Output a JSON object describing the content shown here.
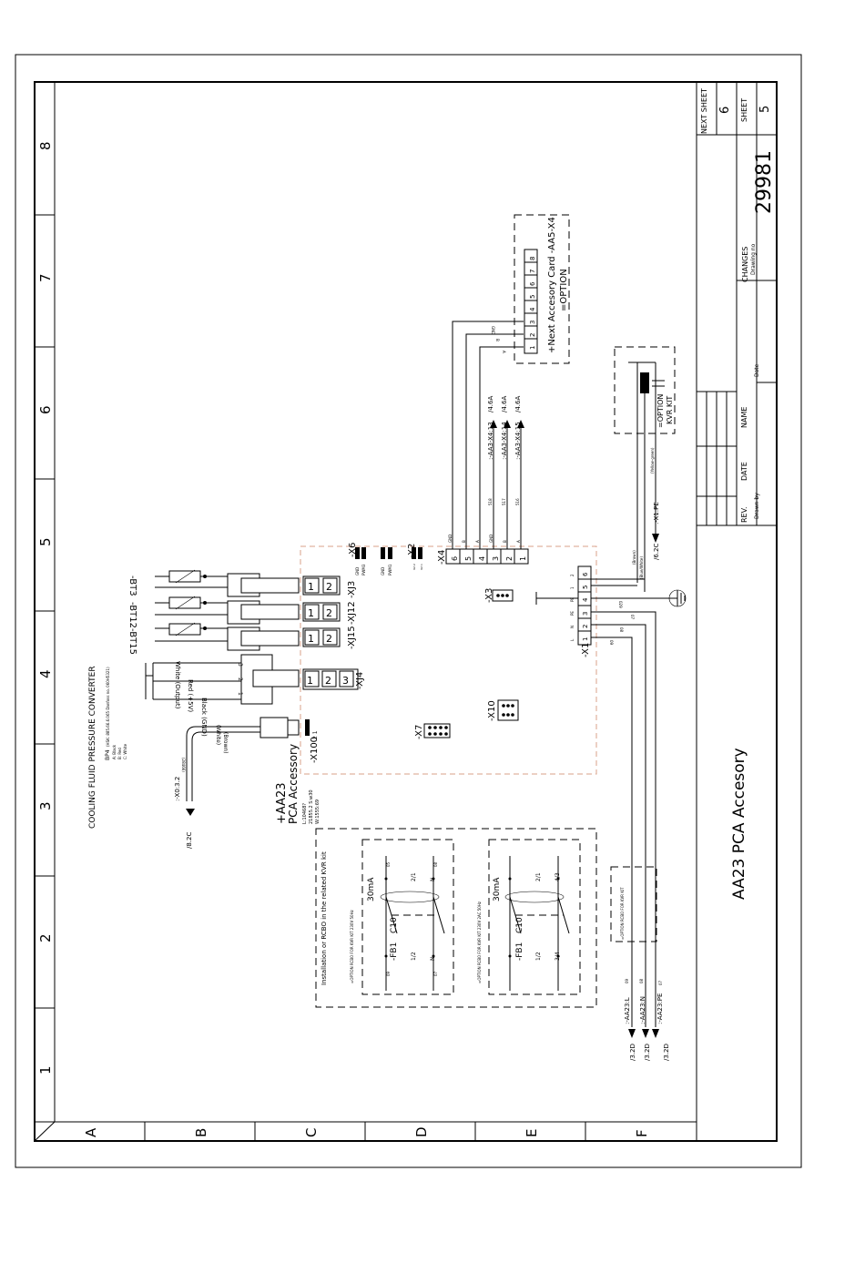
{
  "border": {
    "columns": [
      "1",
      "2",
      "3",
      "4",
      "5",
      "6",
      "7",
      "8"
    ],
    "rows": [
      "A",
      "B",
      "C",
      "D",
      "E",
      "F"
    ]
  },
  "title_block": {
    "next_sheet_label": "NEXT SHEET",
    "next_sheet": "6",
    "sheet_label": "SHEET",
    "sheet": "5",
    "drawing_no_label": "Drawing no",
    "drawing_no": "29981",
    "changes_label": "CHANGES",
    "date_label": "Date",
    "rev_label": "REV.",
    "date_col_label": "DATE",
    "name_label": "NAME",
    "drawn_by_label": "Drawn by",
    "title": "AA23 PCA Accesory"
  },
  "board": {
    "name": "+AA23",
    "subtitle": "PCA Accessory",
    "notes": [
      "L:10468?",
      "21855.2  S:w30",
      "W:1555:69"
    ]
  },
  "converter": {
    "title": "COOLING FLUID PRESSURE CONVERTER",
    "ref": "BP4",
    "ref_note": "(HSK: 885.66.6.065 Danfoss no. 060H5321)",
    "pins": [
      "A: Black",
      "B: Red",
      "C: White"
    ],
    "wires": [
      "White (Output)",
      "Red (+5V)",
      "Black (GND)"
    ],
    "pin_numbers": [
      "3",
      "2",
      "1"
    ]
  },
  "sensors": [
    "-BT3",
    "-BT12",
    "-BT15"
  ],
  "connectors": {
    "xj3": "-XJ3",
    "xj12": "-XJ12",
    "xj15": "-XJ15",
    "xj4": "-XJ4",
    "x100": "-X100",
    "x6": "-X6",
    "x2": "-X2",
    "x4": "-X4",
    "x3": "-X3",
    "x10": "-X10",
    "x7": "-X7",
    "x1": "-X1",
    "pins_12": [
      "1",
      "2"
    ],
    "pins_123": [
      "1",
      "2",
      "3"
    ],
    "x100_pins": "2 1",
    "x100_wires": [
      "(White)",
      "(Brown)"
    ],
    "x100_ref": ":-X0:3.2",
    "x100_ref_target": "/8.2C",
    "x100_wire_no": "(28466)",
    "x6_labels": [
      "GND",
      "PWM3"
    ],
    "x2_labels": [
      "GND",
      "PWM1"
    ],
    "x2_pins": [
      "X2:2",
      "X2:1"
    ],
    "x4_pins": [
      "6",
      "5",
      "4",
      "3",
      "2",
      "1"
    ],
    "x4_labels": [
      "GND",
      "B",
      "A",
      "GND",
      "B",
      "A"
    ],
    "x1_pins": [
      "1",
      "2",
      "3",
      "4",
      "5",
      "6"
    ],
    "x1_labels": [
      "L",
      "N",
      "PE",
      "PE",
      "1",
      "2"
    ]
  },
  "next_card": {
    "pins": [
      "1",
      "2",
      "3",
      "4",
      "5",
      "6",
      "7",
      "8"
    ],
    "label1": "+Next Accesory Card -AA5-X4",
    "label2": "=OPTION",
    "wire_labels": [
      "GND",
      "B",
      "A"
    ]
  },
  "aa3_refs": [
    {
      "label": ":-AA3-X4:13",
      "target": "/4.6A",
      "wire": "518"
    },
    {
      "label": ":-AA3-X4:14",
      "target": "/4.6A",
      "wire": "517"
    },
    {
      "label": ":-AA3-X4:15",
      "target": "/4.6A",
      "wire": "516"
    }
  ],
  "kvr": {
    "label1": "=OPTION",
    "label2": "KVR KIT",
    "pe_ref": ":-X1:PE",
    "pe_target": "/6.2C",
    "wire_colors": [
      "(Brown)",
      "(Blue/White)",
      "(Yellow-green)"
    ],
    "wire_nos": [
      "029",
      "07",
      "08",
      "09"
    ]
  },
  "rcbo": {
    "title": "Installation or RCBO in the related KVR kit",
    "box1_note": "=OPTION RCBO FOR KVR KIT 230V 50Hz",
    "box2_note": "=OPTION RCBO FOR KVR KIT 230V 2AC 50Hz",
    "box3_note": "=OPTION RCBO FOR KVR KIT",
    "device": "-FB1",
    "rating": "C10",
    "leak": "30mA",
    "box1_pins": [
      "1/2",
      "N",
      "2/1",
      "N"
    ],
    "box2_pins": [
      "3/4",
      "1/2",
      "4/3",
      "2/1"
    ],
    "wire_nos": [
      "05",
      "08",
      "09",
      "07"
    ]
  },
  "supply_refs": [
    {
      "label": ":-AA23:L",
      "target": "/3.2D",
      "wire": "09"
    },
    {
      "label": ":-AA23:N",
      "target": "/3.2D",
      "wire": "08"
    },
    {
      "label": ":-AA23:PE",
      "target": "/3.2D",
      "wire": "07"
    }
  ]
}
